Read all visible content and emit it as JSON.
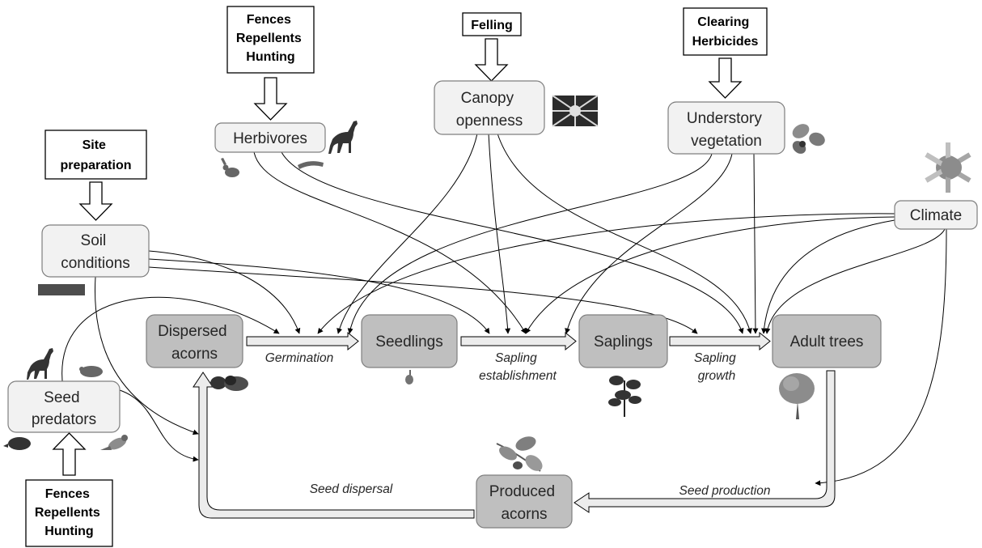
{
  "management": {
    "herbivore_control": [
      "Fences",
      "Repellents",
      "Hunting"
    ],
    "felling": [
      "Felling"
    ],
    "understory_control": [
      "Clearing",
      "Herbicides"
    ],
    "site_preparation": [
      "Site",
      "preparation"
    ],
    "predator_control": [
      "Fences",
      "Repellents",
      "Hunting"
    ]
  },
  "factors": {
    "herbivores": [
      "Herbivores"
    ],
    "canopy": [
      "Canopy",
      "openness"
    ],
    "understory": [
      "Understory",
      "vegetation"
    ],
    "soil": [
      "Soil",
      "conditions"
    ],
    "climate": [
      "Climate"
    ],
    "seed_predators": [
      "Seed",
      "predators"
    ]
  },
  "stages": {
    "dispersed": [
      "Dispersed",
      "acorns"
    ],
    "seedlings": [
      "Seedlings"
    ],
    "saplings": [
      "Saplings"
    ],
    "adults": [
      "Adult trees"
    ],
    "produced": [
      "Produced",
      "acorns"
    ]
  },
  "processes": {
    "germination": [
      "Germination"
    ],
    "establishment": [
      "Sapling",
      "establishment"
    ],
    "growth": [
      "Sapling",
      "growth"
    ],
    "dispersal": [
      "Seed dispersal"
    ],
    "production": [
      "Seed production"
    ]
  },
  "icons": {
    "deer": "deer-silhouette-icon",
    "hare": "hare-icon",
    "larva": "larva-icon",
    "canopy": "canopy-photo-icon",
    "leaves": "leaves-icon",
    "climate": "sun-snowflake-icon",
    "soil": "soil-strip-icon",
    "acorns": "acorns-icon",
    "seedling": "seedling-icon",
    "sapling": "oak-sapling-icon",
    "tree": "tree-icon",
    "oak_branch": "oak-branch-icon",
    "rodent": "rodent-icon",
    "boar": "boar-icon",
    "jay": "jay-icon"
  },
  "colors": {
    "stage_fill": "#bfbfbf",
    "factor_fill": "#f2f2f2",
    "stroke": "#7f7f7f"
  }
}
